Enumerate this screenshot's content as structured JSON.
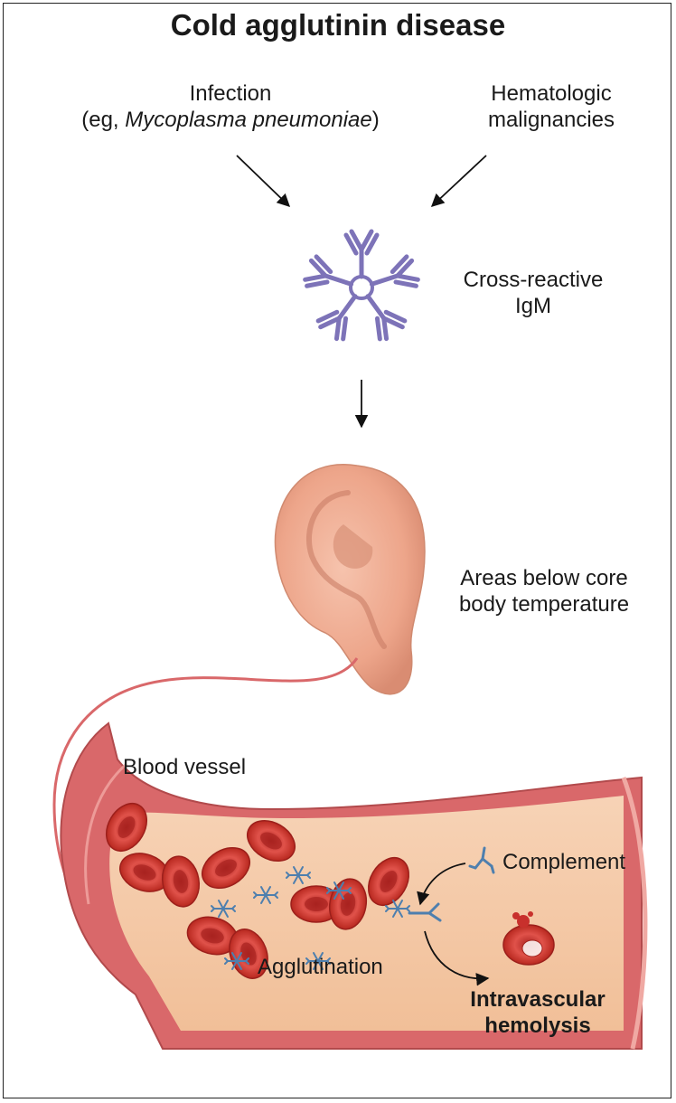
{
  "title": "Cold agglutinin disease",
  "cause_infection": {
    "line1": "Infection",
    "line2_prefix": "(eg, ",
    "line2_italic": "Mycoplasma pneumoniae",
    "line2_suffix": ")"
  },
  "cause_hematologic": {
    "line1": "Hematologic",
    "line2": "malignancies"
  },
  "igm_label": {
    "line1": "Cross-reactive",
    "line2": "IgM"
  },
  "cold_areas_label": {
    "line1": "Areas below core",
    "line2": "body temperature"
  },
  "vessel_label": "Blood vessel",
  "complement_label": "Complement",
  "agglutination_label": "Agglutination",
  "hemolysis_label": {
    "line1": "Intravascular",
    "line2": "hemolysis"
  },
  "colors": {
    "igm": "#7d73b8",
    "vessel_wall": "#d9686a",
    "vessel_interior": "#f5c9a6",
    "rbc": "#c8302c",
    "complement": "#4e7fae",
    "ear": "#eda58a",
    "arrow": "#111111"
  }
}
